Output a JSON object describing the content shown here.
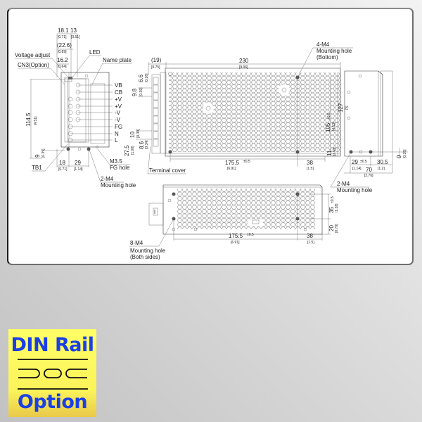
{
  "drawing": {
    "front_view": {
      "dim_top_1": "18.1",
      "dim_top_1_in": "[0.71]",
      "dim_top_2": "13",
      "dim_top_2_in": "[0.51]",
      "dim_226": "(22.6)",
      "dim_226_in": "[0.89]",
      "dim_162": "16.2",
      "dim_162_in": "[0.64]",
      "label_voltage_adjust": "Voltage adjust",
      "label_cn3": "CN3(Option)",
      "label_led": "LED",
      "label_name_plate": "Name plate",
      "terminals": [
        "VB",
        "CB",
        "+V",
        "+V",
        "-V",
        "-V",
        "FG",
        "N",
        "L"
      ],
      "dim_height": "114.5",
      "dim_height_in": "[4.51]",
      "dim_9": "9",
      "dim_9_in": "[0.35]",
      "label_tb1": "TB1",
      "dim_18": "18",
      "dim_18_in": "[0.71]",
      "dim_29": "29",
      "dim_29_in": "[1.14]",
      "label_m35": "M3.5",
      "label_fg_hole": "FG hole",
      "label_2m4": "2-M4",
      "label_mounting_hole": "Mounting hole"
    },
    "top_view": {
      "dim_19": "(19)",
      "dim_19_in": "[0.75]",
      "dim_230": "230",
      "dim_230_in": "[9.06]",
      "dim_66": "6.6",
      "dim_66_in": "[0.26]",
      "dim_98": "9.8",
      "dim_98_in": "[0.39]",
      "dim_10": "10",
      "dim_10_in": "[0.39]",
      "dim_86": "8.6",
      "dim_86_in": "[0.34]",
      "dim_275": "27.5",
      "dim_275_in": "[1.08]",
      "label_4m4": "4-M4",
      "label_mounting_hole": "Mounting hole",
      "label_bottom": "(Bottom)",
      "dim_105": "105",
      "dim_105_tol": "±0.5",
      "dim_105_in": "[4.13]",
      "dim_127": "127",
      "dim_127_in": "[5]",
      "dim_11": "11",
      "dim_11_in": "[0.43]",
      "dim_1755": "175.5",
      "dim_1755_tol": "±0.5",
      "dim_1755_in": "[6.91]",
      "dim_38": "38",
      "dim_38_in": "[1.5]",
      "label_terminal_cover": "Terminal cover"
    },
    "end_view": {
      "dim_29": "29",
      "dim_29_tol": "±0.5",
      "dim_29_in": "[1.14]",
      "dim_305": "30.5",
      "dim_305_in": "[1.2]",
      "dim_70": "70",
      "dim_70_in": "[2.76]",
      "dim_9": "9",
      "dim_9_in": "[0.35]",
      "label_2m4": "2-M4",
      "label_mounting_hole": "Mounting hole"
    },
    "side_view": {
      "dim_35": "35",
      "dim_35_tol": "±0.5",
      "dim_35_in": "[1.38]",
      "dim_20": "20",
      "dim_20_in": "[0.79]",
      "dim_1755": "175.5",
      "dim_1755_tol": "±0.5",
      "dim_1755_in": "[6.91]",
      "dim_38": "38",
      "dim_38_in": "[1.5]",
      "label_8m4": "8-M4",
      "label_mounting_hole": "Mounting hole",
      "label_both_sides": "(Both sides)"
    }
  },
  "badge": {
    "title": "DIN Rail",
    "subtitle": "Option",
    "icon": "din-rail-icon",
    "background": "#ffff66",
    "text_color": "#1a3fe6"
  }
}
